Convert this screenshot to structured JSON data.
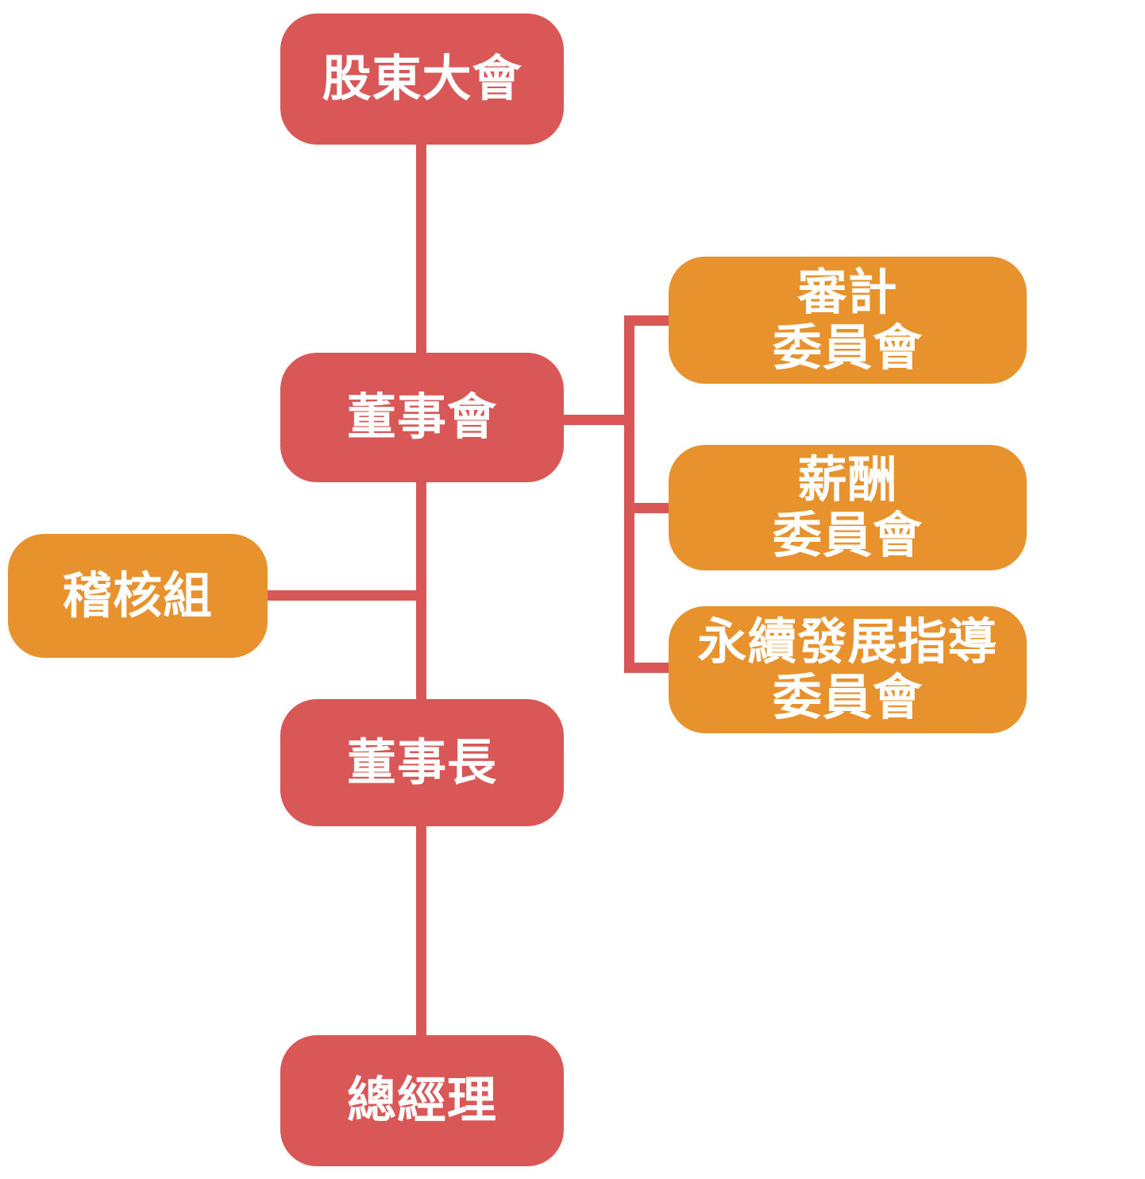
{
  "diagram": {
    "type": "org-chart",
    "background_color": "#FFFFFF",
    "colors": {
      "primary_red": "#D95757",
      "secondary_orange": "#E8922E",
      "connector": "#D95757",
      "text": "#FFFFFF"
    },
    "nodes": {
      "shareholders": {
        "label": "股東大會",
        "color": "#D95757"
      },
      "board": {
        "label": "董事會",
        "color": "#D95757"
      },
      "chairman": {
        "label": "董事長",
        "color": "#D95757"
      },
      "general_manager": {
        "label": "總經理",
        "color": "#D95757"
      },
      "audit_office": {
        "label": "稽核組",
        "color": "#E8922E"
      },
      "audit_committee": {
        "line1": "審計",
        "line2": "委員會",
        "color": "#E8922E"
      },
      "compensation_committee": {
        "line1": "薪酬",
        "line2": "委員會",
        "color": "#E8922E"
      },
      "sustainability_committee": {
        "line1": "永續發展指導",
        "line2": "委員會",
        "color": "#E8922E"
      }
    },
    "edges": [
      {
        "from": "shareholders",
        "to": "board"
      },
      {
        "from": "board",
        "to": "chairman"
      },
      {
        "from": "chairman",
        "to": "general_manager"
      },
      {
        "from": "audit_office",
        "to": "board_chairman_line"
      },
      {
        "from": "board",
        "to": "audit_committee"
      },
      {
        "from": "board",
        "to": "compensation_committee"
      },
      {
        "from": "board",
        "to": "sustainability_committee"
      }
    ]
  }
}
